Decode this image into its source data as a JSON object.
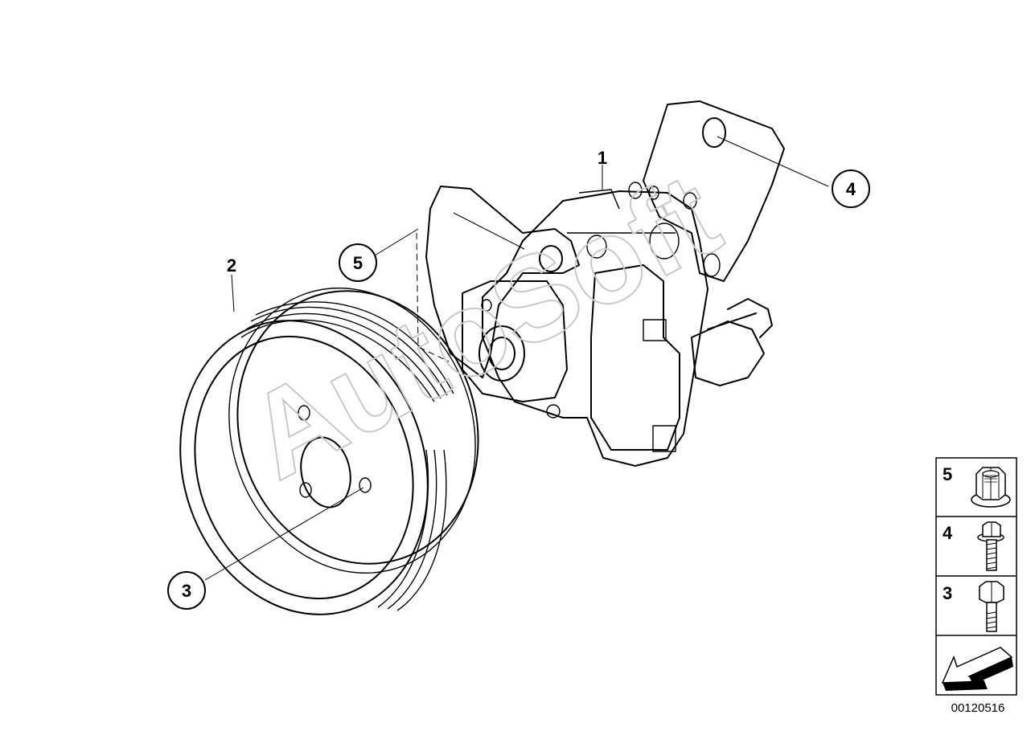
{
  "watermark": "AutoSoft",
  "callouts": [
    {
      "id": "callout-1",
      "label": "1"
    },
    {
      "id": "callout-2",
      "label": "2"
    },
    {
      "id": "callout-3",
      "label": "3"
    },
    {
      "id": "callout-4",
      "label": "4"
    },
    {
      "id": "callout-5",
      "label": "5"
    }
  ],
  "legend": [
    {
      "label": "5",
      "icon": "hex-nut-icon"
    },
    {
      "label": "4",
      "icon": "hex-bolt-short-icon"
    },
    {
      "label": "3",
      "icon": "hex-bolt-long-icon"
    },
    {
      "label": "",
      "icon": "direction-arrow-icon"
    }
  ],
  "diagram_id": "00120516"
}
